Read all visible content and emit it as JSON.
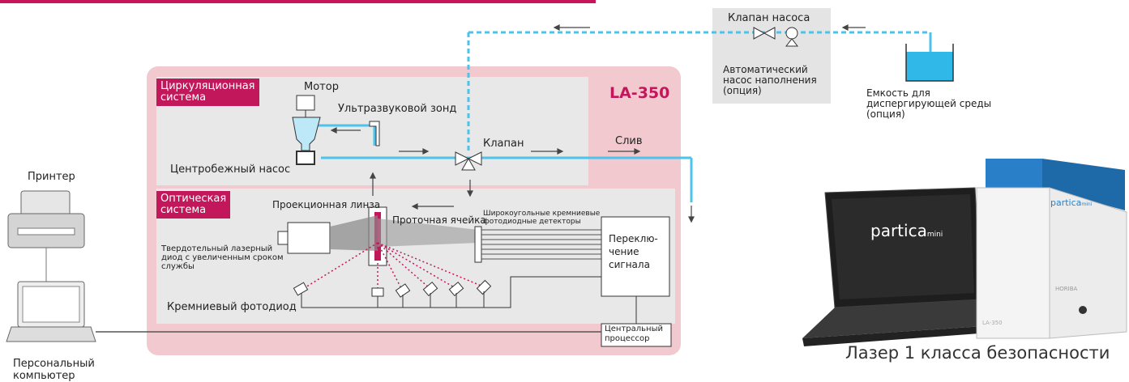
{
  "top_rule_color": "#c8155a",
  "labels": {
    "printer": "Принтер",
    "pc_line1": "Персональный",
    "pc_line2": "компьютер",
    "circulation_line1": "Циркуляционная",
    "circulation_line2": "система",
    "optical_line1": "Оптическая",
    "optical_line2": "система",
    "motor": "Мотор",
    "ultrasonic": "Ультразвуковой зонд",
    "centrifugal_pump": "Центробежный насос",
    "valve": "Клапан",
    "drain": "Слив",
    "la350": "LA-350",
    "projection_lens": "Проекционная линза",
    "flow_cell": "Проточная ячейка",
    "wide_detectors_line1": "Широкоугольные кремниевые",
    "wide_detectors_line2": "фотодиодные детекторы",
    "laser_line1": "Твердотельный лазерный",
    "laser_line2": "диод с увеличенным сроком",
    "laser_line3": "службы",
    "signal_line1": "Переклю-",
    "signal_line2": "чение",
    "signal_line3": "сигнала",
    "photodiode": "Кремниевый фотодиод",
    "cpu_line1": "Центральный",
    "cpu_line2": "процессор",
    "pump_valve": "Клапан насоса",
    "auto_pump_line1": "Автоматический",
    "auto_pump_line2": "насос наполнения",
    "auto_pump_line3": "(опция)",
    "container_line1": "Емкость для",
    "container_line2": "диспергирующей среды",
    "container_line3": "(опция)",
    "brand_laptop": "partica",
    "brand_laptop_sub": "mini",
    "brand_device": "partica",
    "brand_device_sub": "mini",
    "device_badge": "HORIBA",
    "device_model": "LA-350",
    "caption": "Лазер 1 класса безопасности"
  },
  "colors": {
    "accent": "#c2185b",
    "panel": "#f2c9cf",
    "inner": "#e8e8e8",
    "pipe": "#4cc3ea",
    "device_blue": "#2a80c8"
  }
}
